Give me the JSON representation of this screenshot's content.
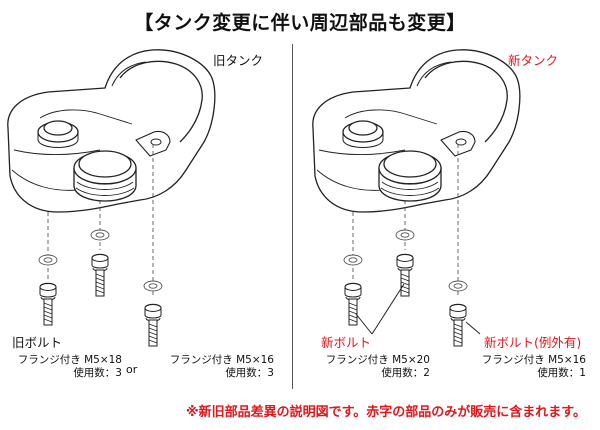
{
  "title": "【タンク変更に伴い周辺部品も変更】",
  "old": {
    "tank_label": "旧タンク",
    "bolt_label": "旧ボルト",
    "spec_a_line1": "フランジ付き M5×18",
    "spec_a_line2": "使用数：3",
    "or_label": "or",
    "spec_b_line1": "フランジ付き M5×16",
    "spec_b_line2": "使用数：3"
  },
  "new": {
    "tank_label": "新タンク",
    "bolt_label": "新ボルト",
    "spec_a_line1": "フランジ付き M5×20",
    "spec_a_line2": "使用数：2",
    "bolt_b_label": "新ボルト(例外有)",
    "spec_b_line1": "フランジ付き M5×16",
    "spec_b_line2": "使用数：1"
  },
  "footnote": "※新旧部品差異の説明図です。赤字の部品のみが販売に含まれます。",
  "colors": {
    "accent_red": "#e0161b",
    "line": "#222222"
  }
}
